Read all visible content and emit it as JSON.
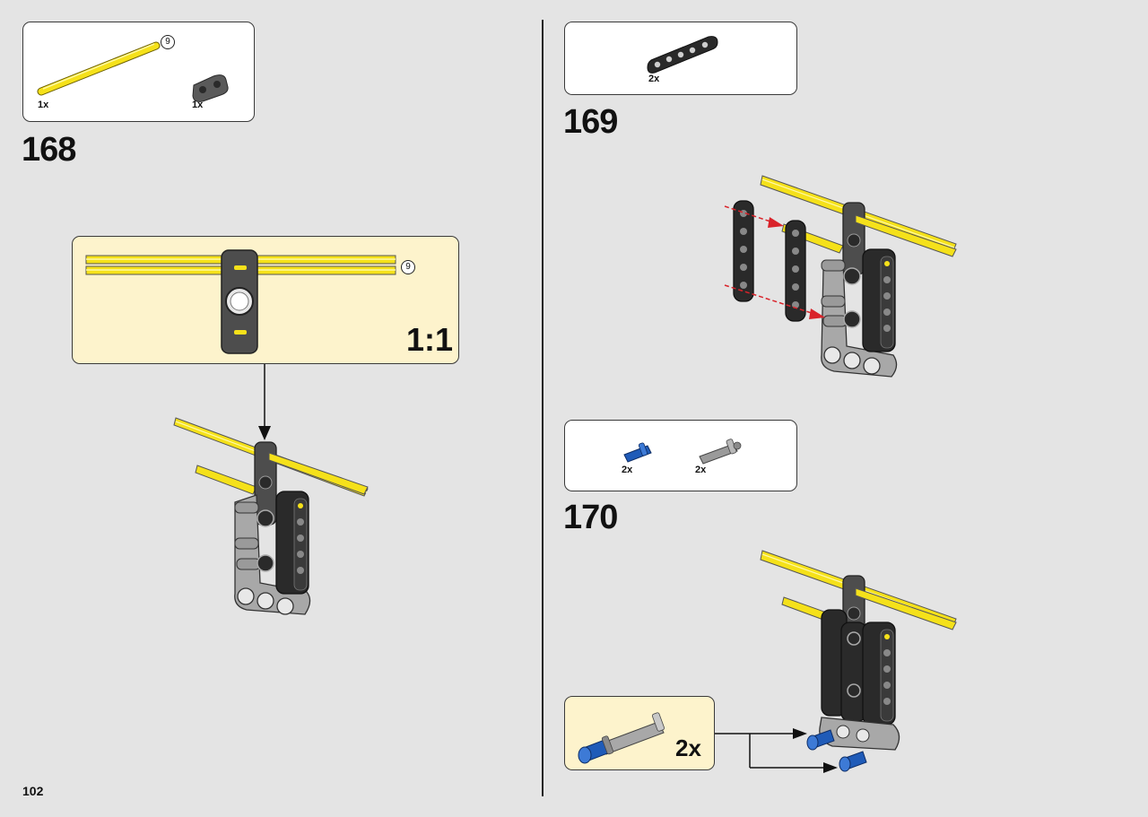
{
  "page": {
    "number": "102"
  },
  "steps": [
    {
      "id": "168",
      "number": "168",
      "parts": [
        {
          "name": "yellow-axle",
          "qty": "1x",
          "length_label": "9",
          "color": "#f5e11a"
        },
        {
          "name": "dark-gray-connector",
          "qty": "1x",
          "color": "#5a5a5a"
        }
      ],
      "callout": {
        "scale": "1:1",
        "length_label": "9"
      }
    },
    {
      "id": "169",
      "number": "169",
      "parts": [
        {
          "name": "black-liftarm",
          "qty": "2x",
          "color": "#2a2a2a"
        }
      ]
    },
    {
      "id": "170",
      "number": "170",
      "parts": [
        {
          "name": "blue-pin",
          "qty": "2x",
          "color": "#1f5bb8"
        },
        {
          "name": "gray-pin",
          "qty": "2x",
          "color": "#9a9a9a"
        }
      ],
      "subassembly": {
        "qty": "2x"
      }
    }
  ],
  "colors": {
    "yellow": "#f5e11a",
    "callout_bg": "#fdf3cc",
    "arrow_red": "#d9232a",
    "dark_gray": "#4a4a4a",
    "black": "#222222",
    "light_gray": "#a8a8a8",
    "blue": "#1f5bb8"
  }
}
